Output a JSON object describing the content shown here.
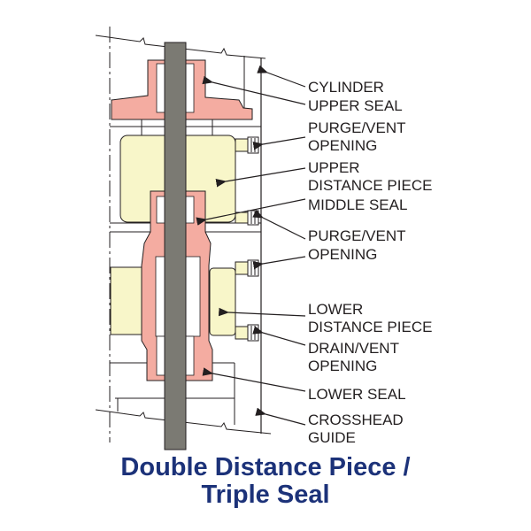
{
  "diagram": {
    "labels": [
      [
        "CYLINDER"
      ],
      [
        "UPPER SEAL"
      ],
      [
        "PURGE/VENT",
        "OPENING"
      ],
      [
        "UPPER",
        "DISTANCE PIECE"
      ],
      [
        "MIDDLE SEAL"
      ],
      [
        "PURGE/VENT",
        "OPENING"
      ],
      [
        "LOWER",
        "DISTANCE PIECE"
      ],
      [
        "DRAIN/VENT",
        "OPENING"
      ],
      [
        "LOWER SEAL"
      ],
      [
        "CROSSHEAD",
        "GUIDE"
      ]
    ],
    "title": [
      "Double Distance Piece /",
      "Triple Seal"
    ],
    "colors": {
      "seal": "#f4aca1",
      "distance_piece": "#f8f6c9",
      "rod": "#7b7a73",
      "title": "#1c3279"
    }
  }
}
